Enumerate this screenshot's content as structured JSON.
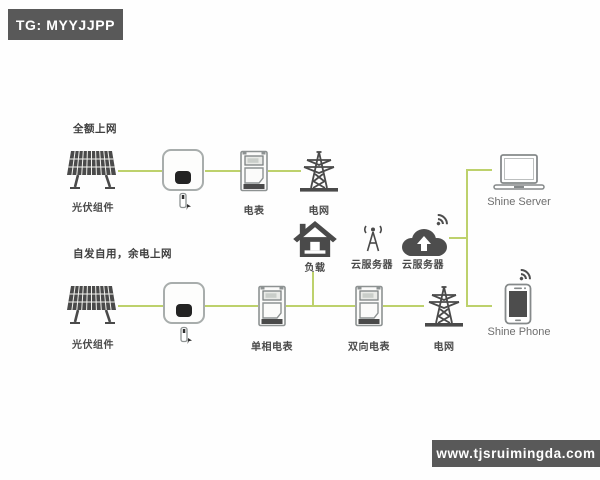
{
  "watermarks": {
    "top_left": "TG: MYYJJPP",
    "bottom_right": "www.tjsruimingda.com"
  },
  "sections": {
    "row1_title": "全额上网",
    "row2_title": "自发自用，余电上网"
  },
  "row1": {
    "pv_label": "光伏组件",
    "meter_label": "电表",
    "grid_label": "电网"
  },
  "middle": {
    "load_label": "负载",
    "antenna_server_label": "云服务器",
    "cloud_server_label": "云服务器"
  },
  "row2": {
    "pv_label": "光伏组件",
    "single_phase_meter_label": "单相电表",
    "bidirectional_meter_label": "双向电表",
    "grid_label": "电网"
  },
  "monitoring": {
    "server_label": "Shine Server",
    "phone_label": "Shine Phone"
  },
  "colors": {
    "connector_line": "#bdd16c",
    "badge_background": "#595959",
    "icon_dark": "#4a4a4a",
    "device_outline": "#8d9292",
    "label_text": "#4b4b4b"
  },
  "icons": {
    "solar-panel-icon": "photovoltaic module",
    "inverter-icon": "inverter box with status dot",
    "dongle-icon": "shine wifi stick datalogger",
    "meter-icon": "electricity meter",
    "pylon-icon": "transmission tower (grid)",
    "house-icon": "load house",
    "antenna-icon": "server antenna mast",
    "cloud-upload-icon": "cloud server with up arrow",
    "wifi-icon": "wireless signal",
    "laptop-icon": "Shine Server computer",
    "phone-icon": "Shine Phone smartphone"
  }
}
